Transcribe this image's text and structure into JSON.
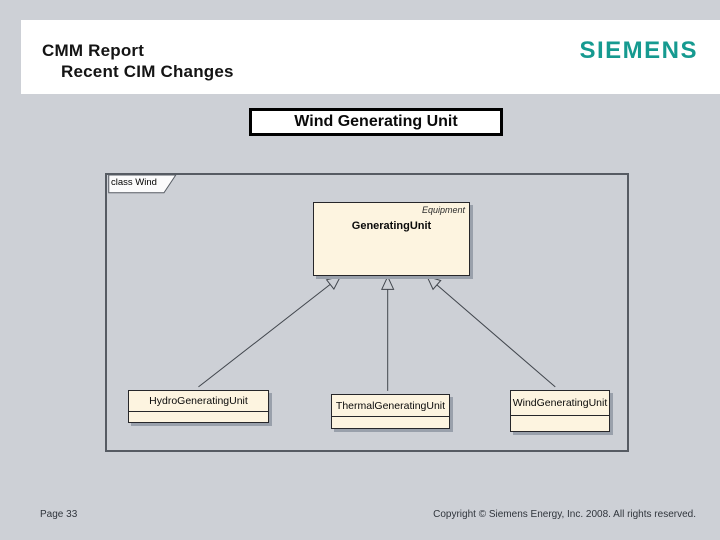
{
  "header": {
    "title_line1": "CMM Report",
    "title_line2": "Recent CIM Changes",
    "logo_text": "SIEMENS"
  },
  "banner": {
    "label": "Wind Generating Unit"
  },
  "diagram": {
    "frame_label": "class Wind",
    "parent_class": {
      "package": "Equipment",
      "name": "GeneratingUnit"
    },
    "subclasses": [
      {
        "name": "HydroGeneratingUnit"
      },
      {
        "name": "ThermalGeneratingUnit"
      },
      {
        "name": "WindGeneratingUnit"
      }
    ],
    "relationship": "generalization"
  },
  "footer": {
    "page": "Page 33",
    "copyright": "Copyright © Siemens Energy, Inc. 2008. All rights reserved."
  },
  "colors": {
    "slide_background": "#cdd0d6",
    "header_background": "#ffffff",
    "title_text": "#141414",
    "siemens_brand_teal": "#169a90",
    "class_box_fill": "#fdf4e0",
    "class_box_border": "#26262a",
    "box_shadow": "#99a0ab",
    "frame_border": "#565b63"
  }
}
